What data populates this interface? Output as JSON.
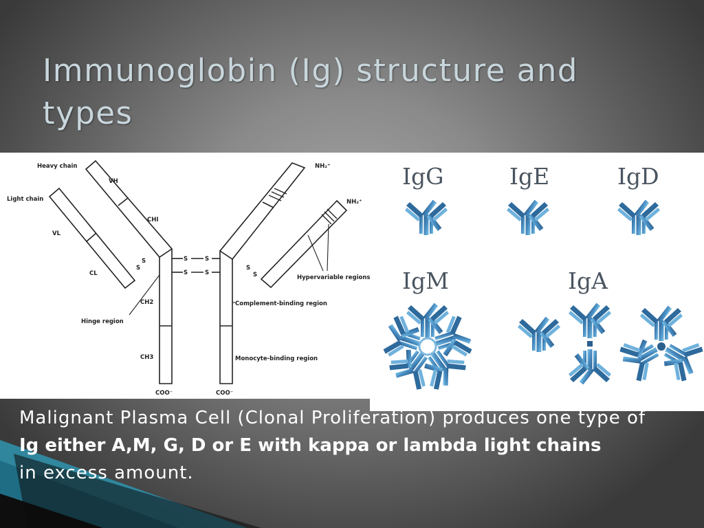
{
  "slide": {
    "title": "Immunoglobin (Ig) structure and types"
  },
  "diagram": {
    "labels": {
      "heavy_chain": "Heavy chain",
      "light_chain": "Light chain",
      "vh": "VH",
      "vl": "VL",
      "ch1": "CHI",
      "cl": "CL",
      "ch2": "CH2",
      "ch3": "CH3",
      "hinge": "Hinge region",
      "nh2_top": "NH₂⁺",
      "nh2_right": "NH₂⁺",
      "hypervariable": "Hypervariable regions",
      "complement": "Complement-binding region",
      "monocyte": "Monocyte-binding region",
      "coo_left": "COO⁻",
      "coo_right": "COO⁻",
      "s": "S"
    }
  },
  "types": {
    "igg": "IgG",
    "ige": "IgE",
    "igd": "IgD",
    "igm": "IgM",
    "iga": "IgA"
  },
  "body": {
    "line1": "Malignant Plasma Cell (Clonal Proliferation) produces one type of",
    "line2": "Ig either A,M, G, D or E with kappa or lambda light chains",
    "line3": "in excess amount."
  },
  "colors": {
    "title": "#c8d6dc",
    "antibody_dark": "#2b5f8e",
    "antibody_light": "#7fc4e6",
    "deco_teal": "#2f8fa8"
  }
}
